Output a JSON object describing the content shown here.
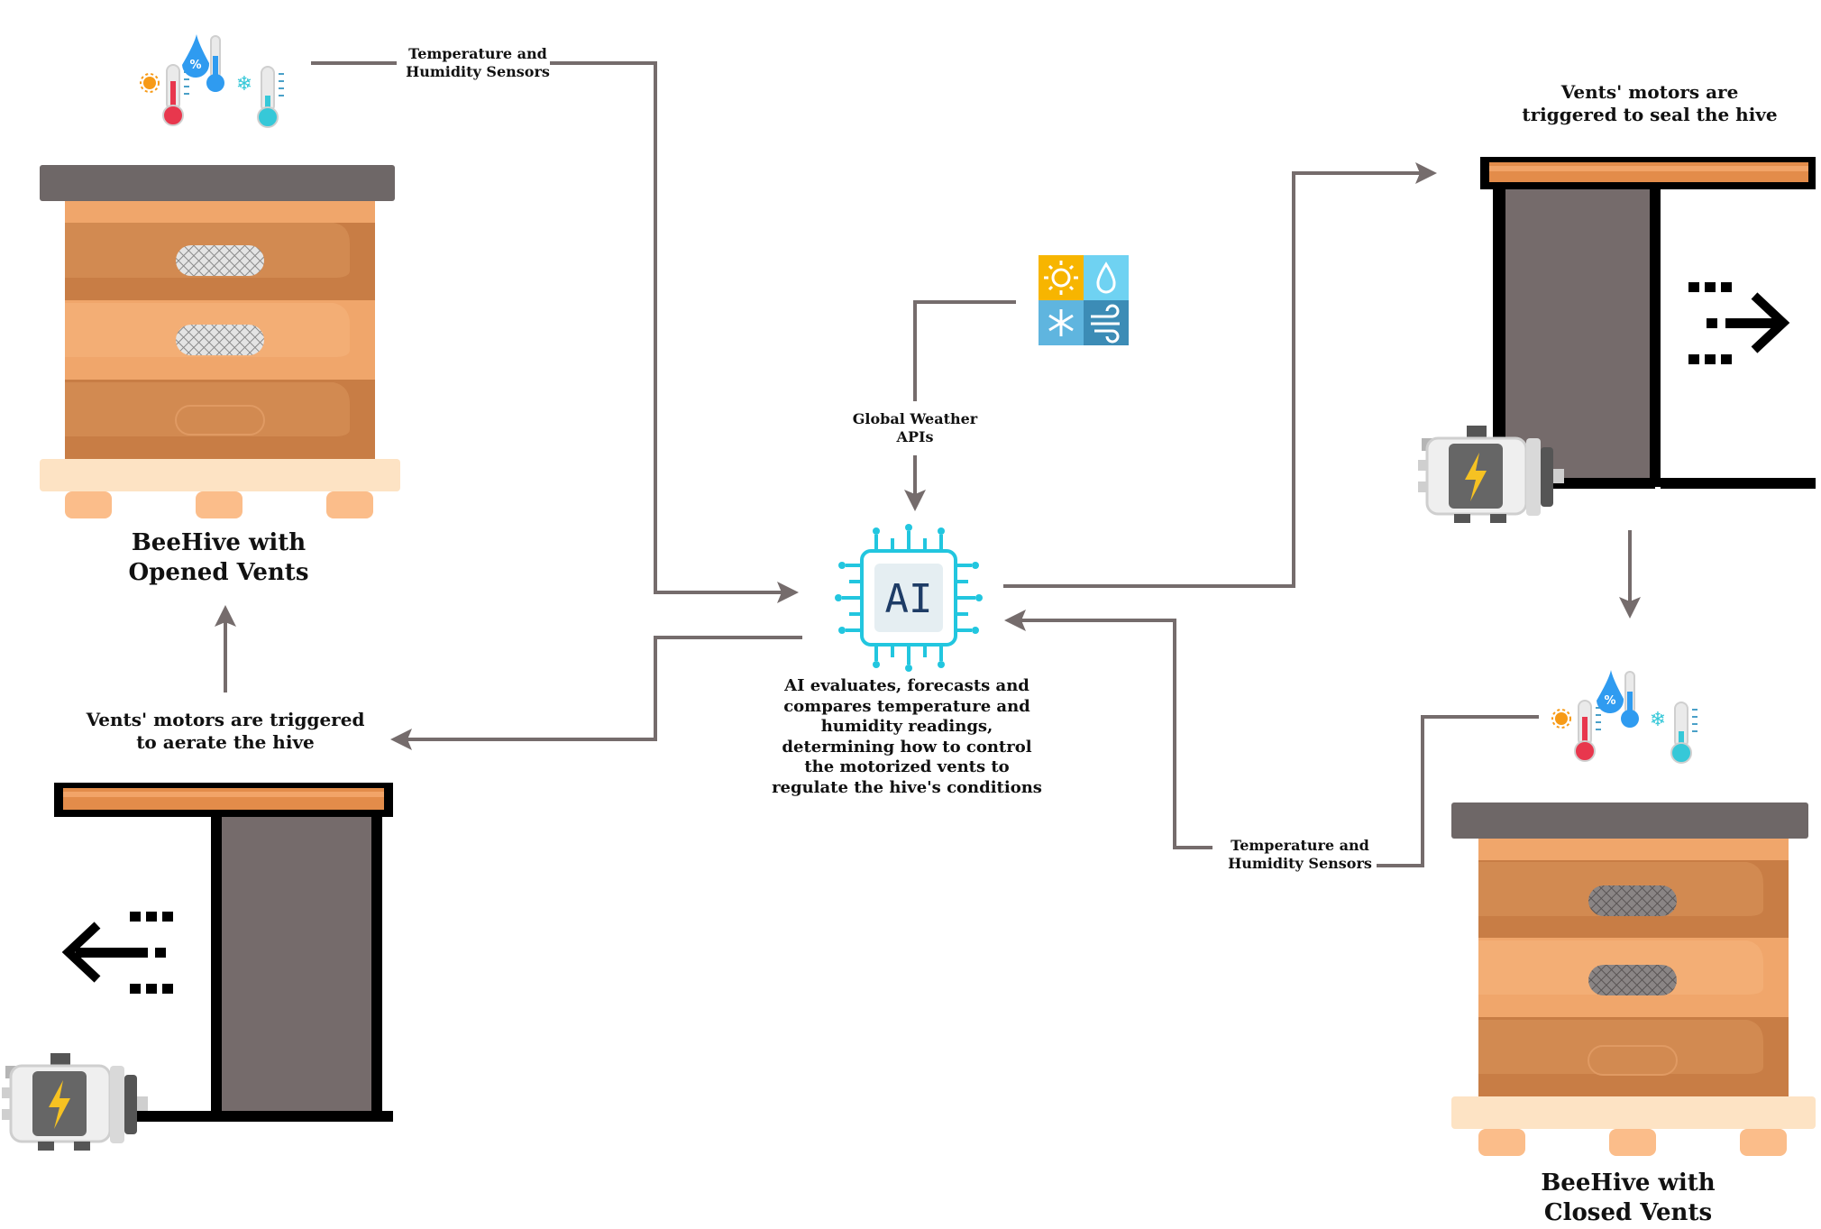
{
  "labels": {
    "sensors_top": "Temperature and Humidity Sensors",
    "sensors_bottom": "Temperature and Humidity Sensors",
    "weather": "Global Weather APIs",
    "ai_icon_text": "AI",
    "ai_description": "AI evaluates, forecasts and compares temperature and humidity readings, determining how to control the motorized vents to regulate the hive's conditions",
    "seal_text": "Vents' motors are triggered to seal the hive",
    "aerate_text": "Vents' motors are triggered to aerate the hive",
    "hive_open": "BeeHive with Opened Vents",
    "hive_closed": "BeeHive with Closed Vents"
  },
  "colors": {
    "arrow": "#756c6c",
    "hive_roof": "#6e6767",
    "hive_dark": "#c87d45",
    "hive_light": "#f0a66b",
    "hive_base": "#fde3c4",
    "hive_feet": "#fbbd8a",
    "vent_panel": "#756b6b",
    "motor_bolt": "#f6c222",
    "ai_cyan": "#22c6df",
    "ai_text": "#1e3c66",
    "sun": "#f7b500",
    "drop_bg": "#6fd2f2",
    "snow_bg": "#5fb5df",
    "wind_bg": "#3c8cb6",
    "thermo_hot": "#e8374d",
    "thermo_cold": "#36c8d8",
    "humidity_drop": "#2f9bf0"
  },
  "icons": [
    "thermometer-sun-icon",
    "humidity-drop-icon",
    "thermometer-snow-icon",
    "weather-icon",
    "ai-chip-icon",
    "motor-icon",
    "airflow-arrow-icon"
  ]
}
